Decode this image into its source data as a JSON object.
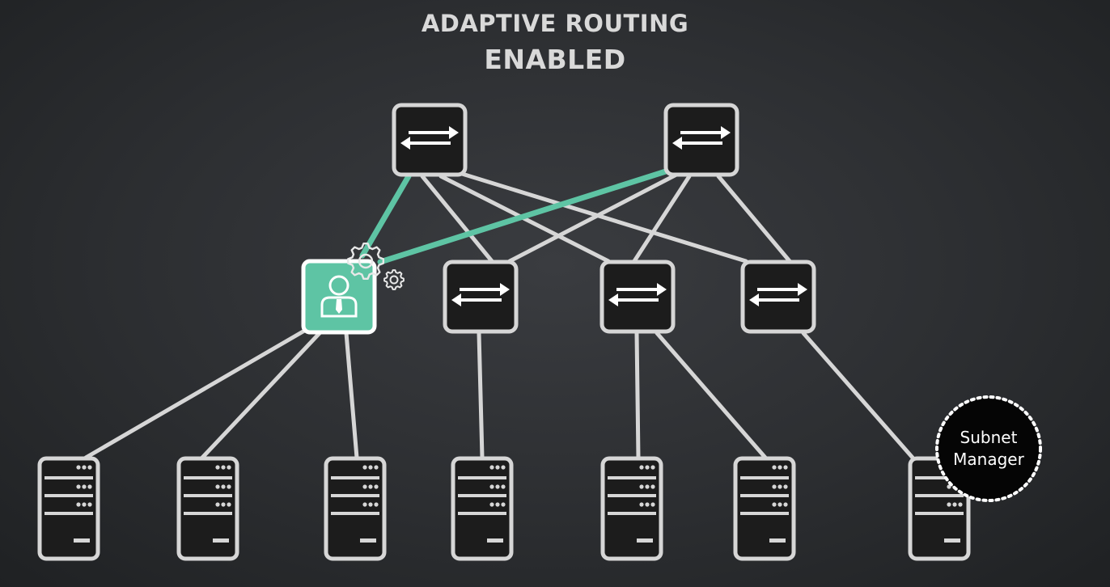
{
  "title": {
    "line1": "ADAPTIVE ROUTING",
    "line2": "ENABLED"
  },
  "diagram": {
    "spine_switches": [
      {
        "id": "spine-1",
        "icon": "switch-arrows-icon"
      },
      {
        "id": "spine-2",
        "icon": "switch-arrows-icon"
      }
    ],
    "leaf_switches": [
      {
        "id": "leaf-1",
        "icon": "manager-person-icon",
        "highlighted": true
      },
      {
        "id": "leaf-2",
        "icon": "switch-arrows-icon"
      },
      {
        "id": "leaf-3",
        "icon": "switch-arrows-icon"
      },
      {
        "id": "leaf-4",
        "icon": "switch-arrows-icon"
      }
    ],
    "servers": [
      {
        "id": "server-1"
      },
      {
        "id": "server-2"
      },
      {
        "id": "server-3"
      },
      {
        "id": "server-4"
      },
      {
        "id": "server-5"
      },
      {
        "id": "server-6"
      },
      {
        "id": "server-7"
      }
    ],
    "links": [
      {
        "from": "spine-1",
        "to": "leaf-1",
        "highlighted": true
      },
      {
        "from": "spine-1",
        "to": "leaf-2",
        "highlighted": false
      },
      {
        "from": "spine-1",
        "to": "leaf-3",
        "highlighted": false
      },
      {
        "from": "spine-1",
        "to": "leaf-4",
        "highlighted": false
      },
      {
        "from": "spine-2",
        "to": "leaf-1",
        "highlighted": true
      },
      {
        "from": "spine-2",
        "to": "leaf-2",
        "highlighted": false
      },
      {
        "from": "spine-2",
        "to": "leaf-3",
        "highlighted": false
      },
      {
        "from": "spine-2",
        "to": "leaf-4",
        "highlighted": false
      },
      {
        "from": "leaf-1",
        "to": "server-1",
        "highlighted": false
      },
      {
        "from": "leaf-1",
        "to": "server-2",
        "highlighted": false
      },
      {
        "from": "leaf-1",
        "to": "server-3",
        "highlighted": false
      },
      {
        "from": "leaf-2",
        "to": "server-4",
        "highlighted": false
      },
      {
        "from": "leaf-3",
        "to": "server-5",
        "highlighted": false
      },
      {
        "from": "leaf-3",
        "to": "server-6",
        "highlighted": false
      },
      {
        "from": "leaf-4",
        "to": "server-7",
        "highlighted": false
      }
    ],
    "subnet_manager": {
      "label_line1": "Subnet",
      "label_line2": "Manager",
      "attached_to": "server-7"
    },
    "gear_icons": [
      "gear-icon-large",
      "gear-icon-small"
    ]
  },
  "colors": {
    "background": "#2c2e31",
    "line": "#d6d6d6",
    "node_fill": "#1c1c1c",
    "highlight": "#5ec4a4",
    "text": "#d9d9d9"
  }
}
